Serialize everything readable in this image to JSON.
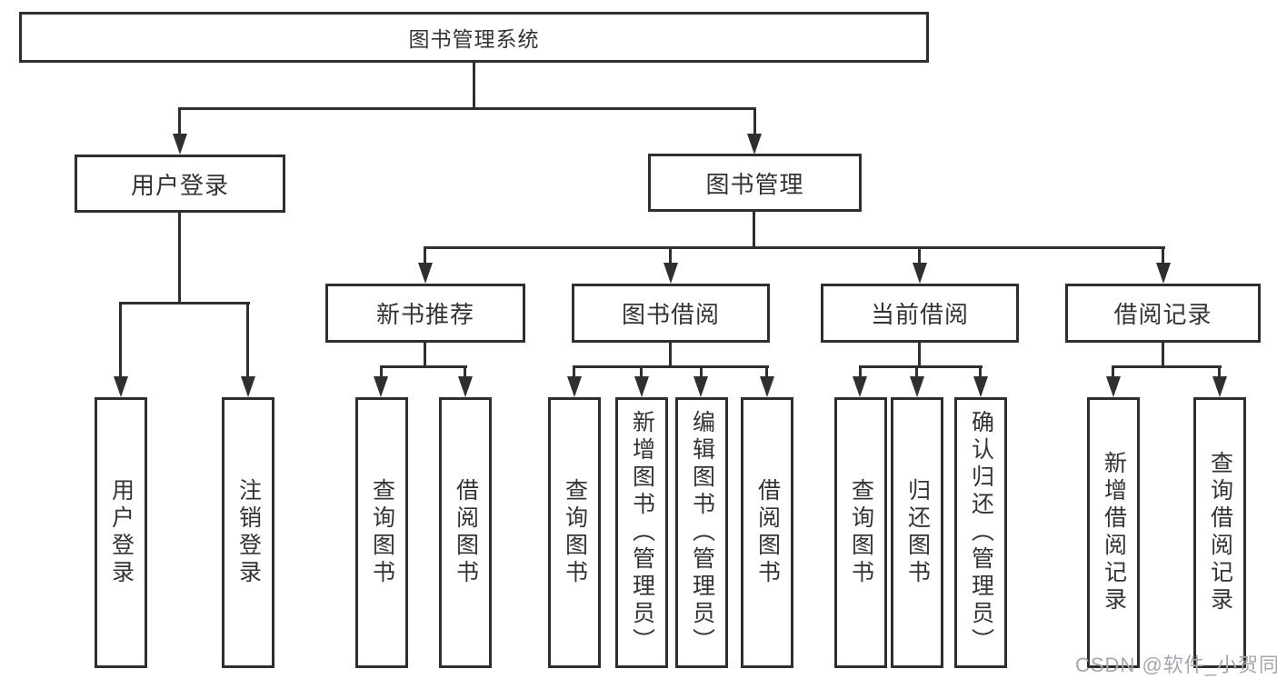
{
  "diagram": {
    "title": {
      "label": "图书管理系统"
    },
    "level2": [
      {
        "label": "用户登录"
      },
      {
        "label": "图书管理"
      }
    ],
    "level3": [
      {
        "label": "新书推荐",
        "parent": "图书管理"
      },
      {
        "label": "图书借阅",
        "parent": "图书管理"
      },
      {
        "label": "当前借阅",
        "parent": "图书管理"
      },
      {
        "label": "借阅记录",
        "parent": "图书管理"
      }
    ],
    "leaves": [
      {
        "label": "用户登录",
        "parent": "用户登录"
      },
      {
        "label": "注销登录",
        "parent": "用户登录"
      },
      {
        "label": "查询图书",
        "parent": "新书推荐"
      },
      {
        "label": "借阅图书",
        "parent": "新书推荐"
      },
      {
        "label": "查询图书",
        "parent": "图书借阅"
      },
      {
        "label": "新增图书（管理员）",
        "parent": "图书借阅"
      },
      {
        "label": "编辑图书（管理员）",
        "parent": "图书借阅"
      },
      {
        "label": "借阅图书",
        "parent": "图书借阅"
      },
      {
        "label": "查询图书",
        "parent": "当前借阅"
      },
      {
        "label": "归还图书",
        "parent": "当前借阅"
      },
      {
        "label": "确认归还（管理员）",
        "parent": "当前借阅"
      },
      {
        "label": "新增借阅记录",
        "parent": "借阅记录"
      },
      {
        "label": "查询借阅记录",
        "parent": "借阅记录"
      }
    ],
    "colors": {
      "line": "#2f2f2f",
      "text": "#333333",
      "box_background": "#ffffff",
      "watermark": "#a6a6ae",
      "background": "#ffffff"
    }
  },
  "watermark": {
    "text": "CSDN @软件_小贺同学"
  }
}
